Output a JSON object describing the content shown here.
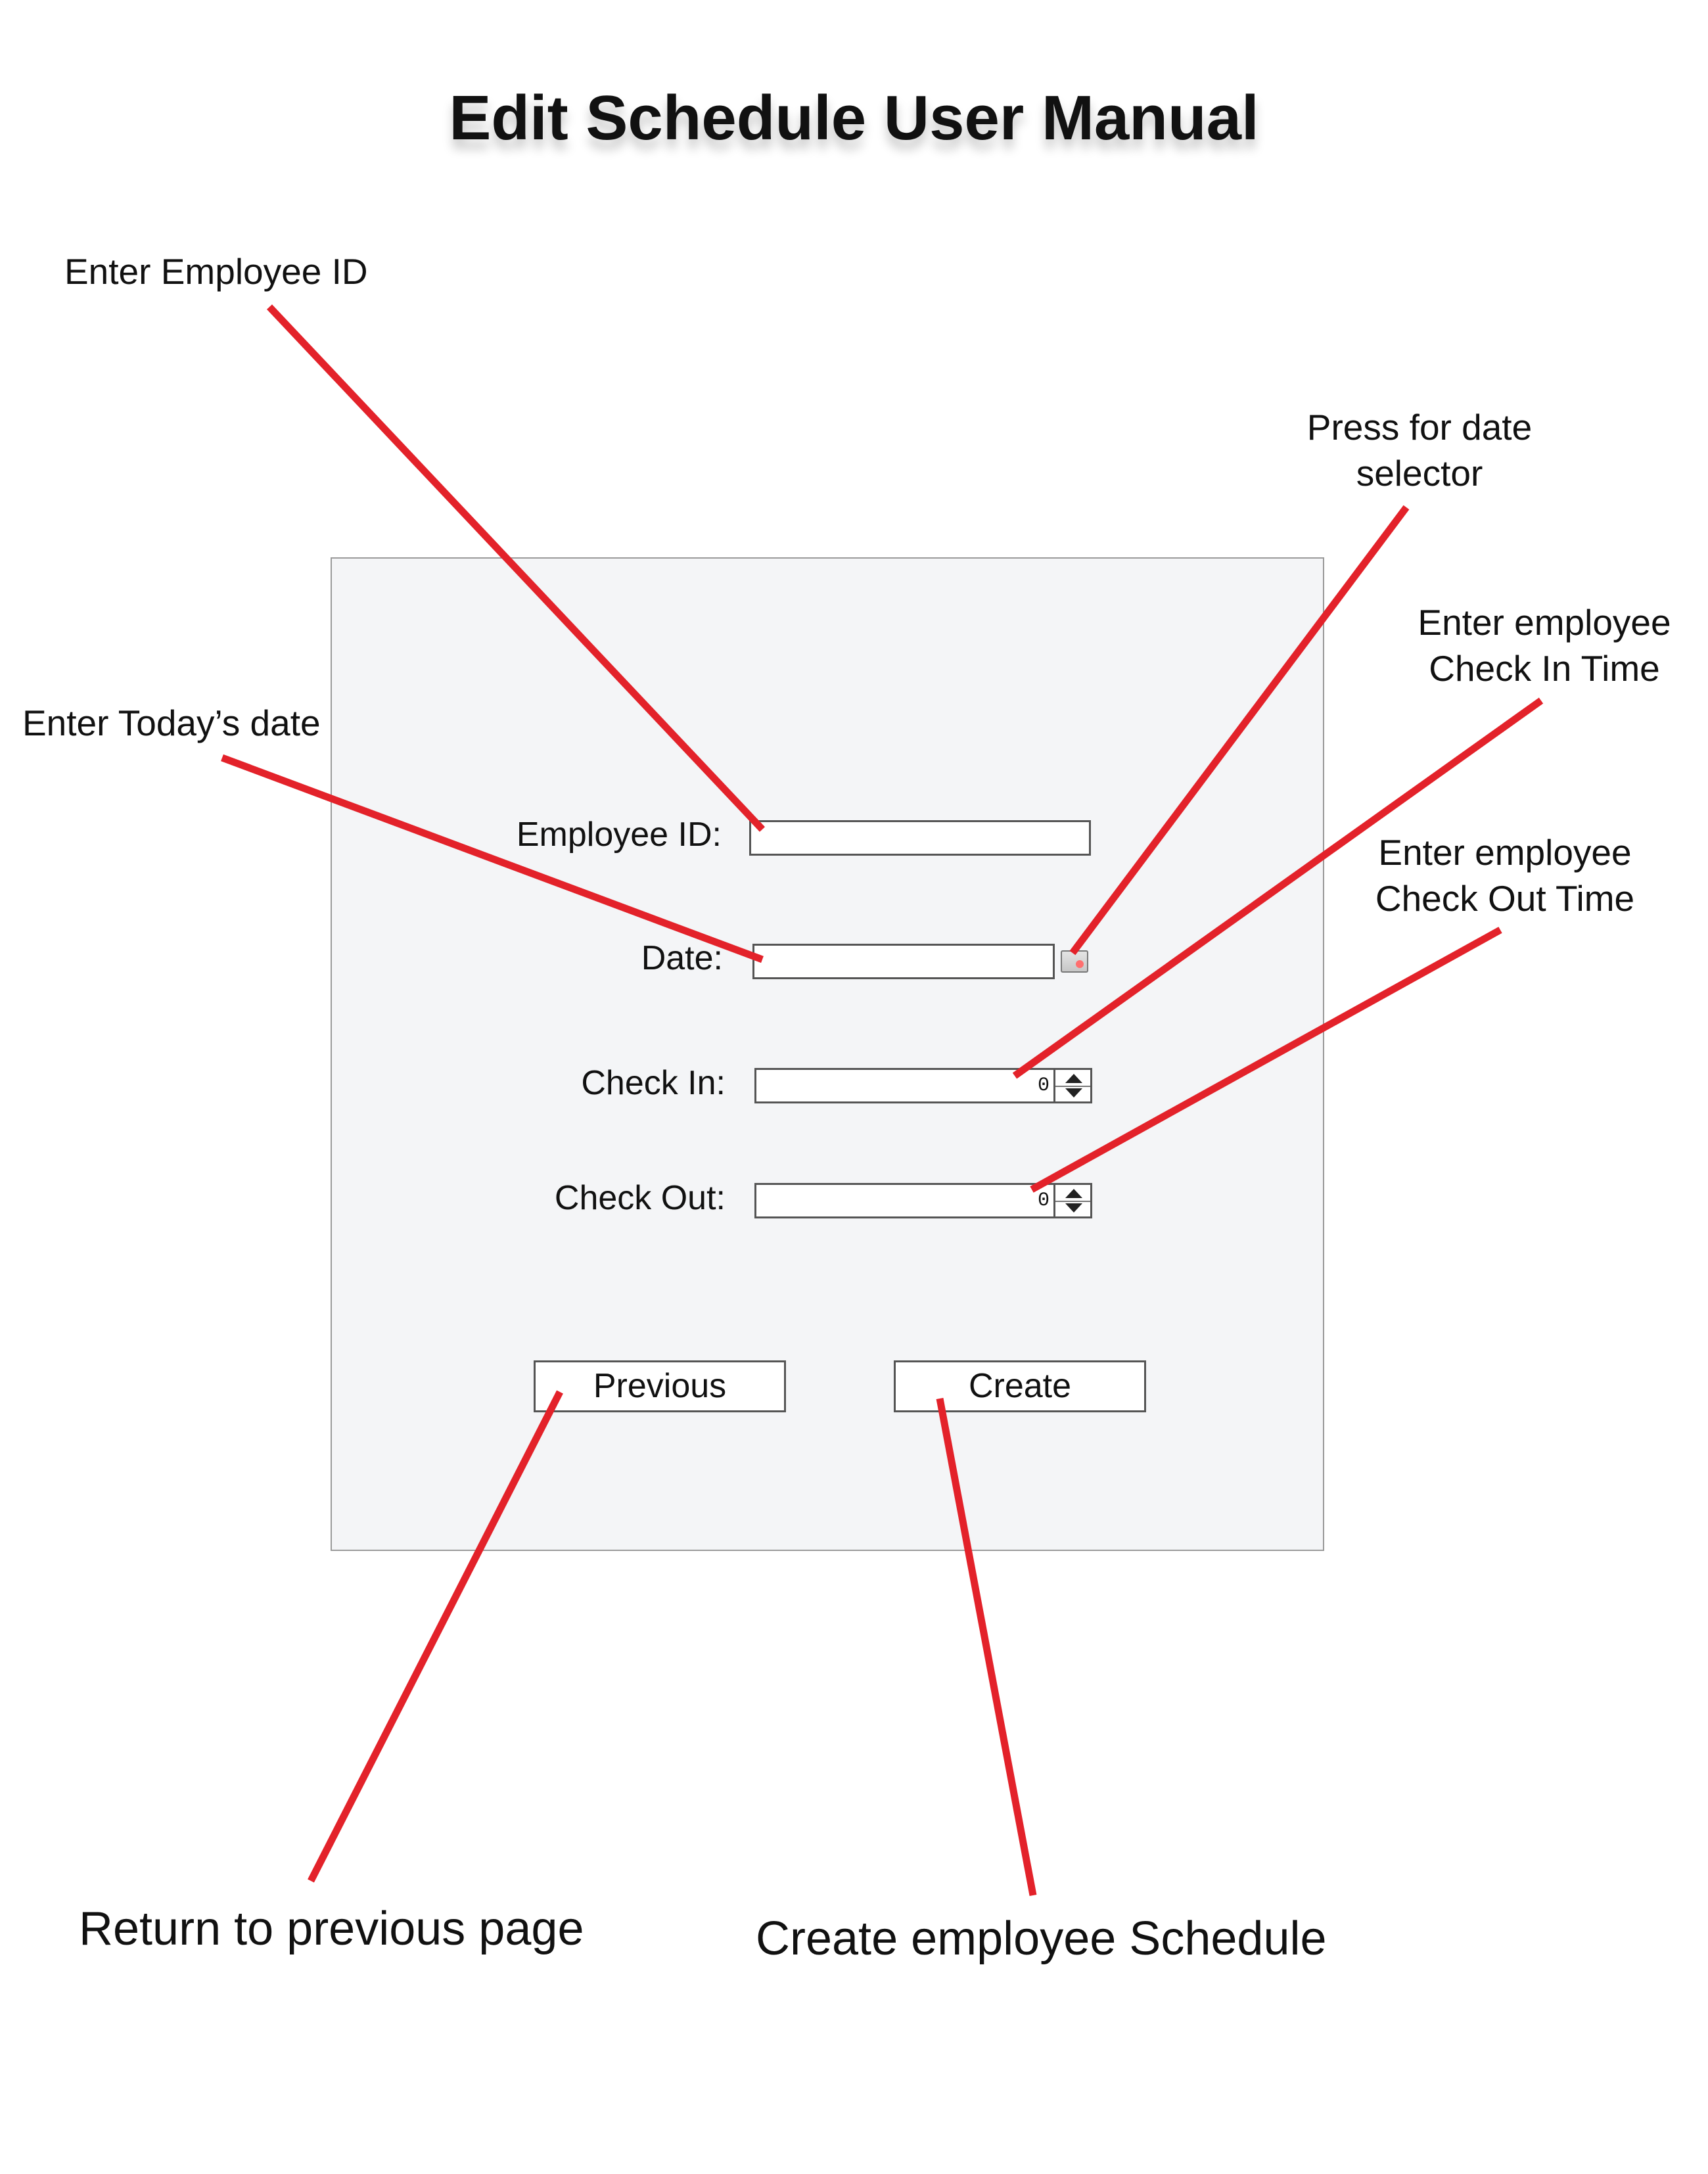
{
  "page": {
    "title": "Edit Schedule User Manual"
  },
  "annotations": {
    "employee_id": "Enter Employee ID",
    "date": "Enter Today’s date",
    "date_selector": [
      "Press for date",
      "selector"
    ],
    "check_in": [
      "Enter employee",
      "Check In Time"
    ],
    "check_out": [
      "Enter employee",
      "Check Out Time"
    ],
    "previous": "Return to previous page",
    "create": "Create employee Schedule"
  },
  "form": {
    "employee_id_label": "Employee ID:",
    "date_label": "Date:",
    "check_in_label": "Check In:",
    "check_in_value": "0",
    "check_out_label": "Check Out:",
    "check_out_value": "0",
    "previous_button": "Previous",
    "create_button": "Create"
  },
  "colors": {
    "callout_line": "#e3222a",
    "panel_bg": "#f4f5f7"
  }
}
